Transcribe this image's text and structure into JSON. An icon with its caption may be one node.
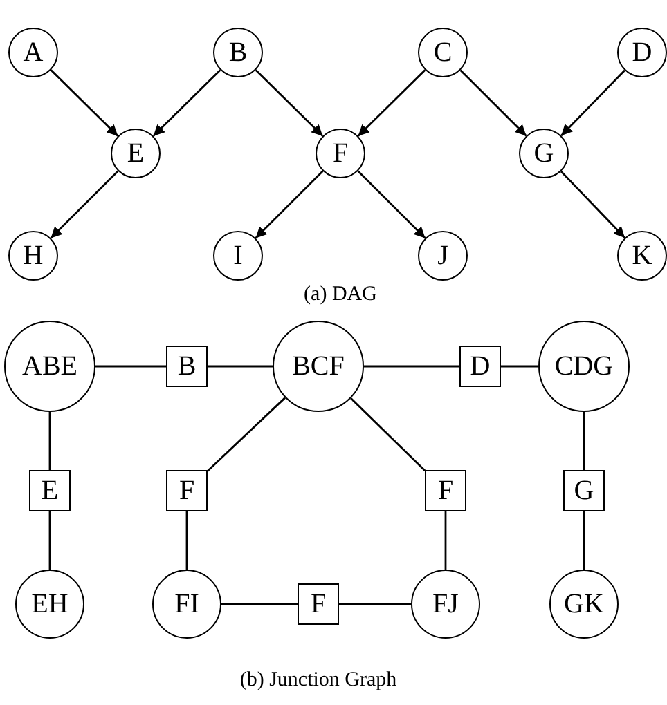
{
  "diagram": {
    "nodes": [
      {
        "text": [
          "A"
        ]
      },
      {
        "text": [
          "B"
        ]
      },
      {
        "text": [
          "C"
        ]
      },
      {
        "text": [
          "D"
        ]
      },
      {
        "text": [
          "E"
        ]
      },
      {
        "text": [
          "F"
        ]
      },
      {
        "text": [
          "G"
        ]
      },
      {
        "text": [
          "H"
        ]
      },
      {
        "text": [
          "I"
        ]
      },
      {
        "text": [
          "J"
        ]
      },
      {
        "text": [
          "K"
        ]
      },
      {
        "text": [
          "ABE"
        ]
      },
      {
        "text": [
          "B"
        ]
      },
      {
        "text": [
          "BCF"
        ]
      },
      {
        "text": [
          "D"
        ]
      },
      {
        "text": [
          "CDG"
        ]
      },
      {
        "text": [
          "E"
        ]
      },
      {
        "text": [
          "F"
        ]
      },
      {
        "text": [
          "F"
        ]
      },
      {
        "text": [
          "G"
        ]
      },
      {
        "text": [
          "EH"
        ]
      },
      {
        "text": [
          "FI"
        ]
      },
      {
        "text": [
          "F"
        ]
      },
      {
        "text": [
          "FJ"
        ]
      },
      {
        "text": [
          "GK"
        ]
      }
    ],
    "edges": [
      {
        "from": 0,
        "to": 4,
        "arrow": "to"
      },
      {
        "from": 1,
        "to": 4,
        "arrow": "to"
      },
      {
        "from": 1,
        "to": 5,
        "arrow": "to"
      },
      {
        "from": 2,
        "to": 5,
        "arrow": "to"
      },
      {
        "from": 2,
        "to": 6,
        "arrow": "to"
      },
      {
        "from": 3,
        "to": 6,
        "arrow": "to"
      },
      {
        "from": 4,
        "to": 7,
        "arrow": "to"
      },
      {
        "from": 5,
        "to": 8,
        "arrow": "to"
      },
      {
        "from": 5,
        "to": 9,
        "arrow": "to"
      },
      {
        "from": 6,
        "to": 10,
        "arrow": "to"
      },
      {
        "from": 11,
        "to": 12,
        "arrow": "none"
      },
      {
        "from": 12,
        "to": 13,
        "arrow": "none"
      },
      {
        "from": 13,
        "to": 14,
        "arrow": "none"
      },
      {
        "from": 14,
        "to": 15,
        "arrow": "none"
      },
      {
        "from": 11,
        "to": 16,
        "arrow": "none"
      },
      {
        "from": 16,
        "to": 20,
        "arrow": "none"
      },
      {
        "from": 13,
        "to": 17,
        "arrow": "none"
      },
      {
        "from": 17,
        "to": 21,
        "arrow": "none"
      },
      {
        "from": 13,
        "to": 18,
        "arrow": "none"
      },
      {
        "from": 18,
        "to": 23,
        "arrow": "none"
      },
      {
        "from": 21,
        "to": 22,
        "arrow": "none"
      },
      {
        "from": 22,
        "to": 23,
        "arrow": "none"
      },
      {
        "from": 15,
        "to": 19,
        "arrow": "none"
      },
      {
        "from": 19,
        "to": 24,
        "arrow": "none"
      }
    ],
    "labels": [
      "(a) DAG",
      "(b) Junction Graph"
    ]
  }
}
